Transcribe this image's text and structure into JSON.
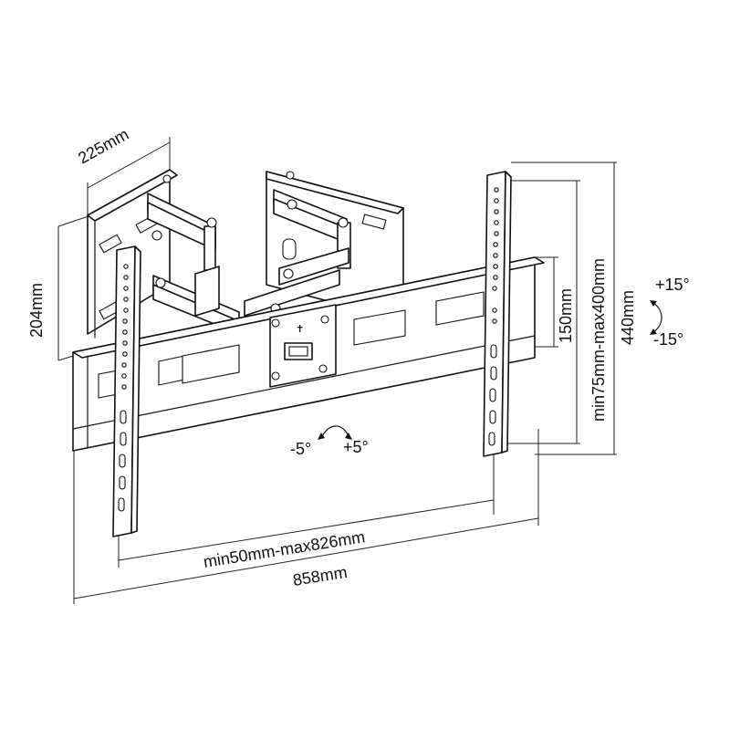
{
  "labels": {
    "depth": "225mm",
    "wall_plate_height": "204mm",
    "height_440": "440mm",
    "vesa_vertical": "min75mm-max400mm",
    "bracket_150": "150mm",
    "vesa_horizontal": "min50mm-max826mm",
    "width_858": "858mm",
    "tilt_up": "+15°",
    "tilt_down": "-15°",
    "swivel_left": "-5°",
    "swivel_right": "+5°"
  }
}
